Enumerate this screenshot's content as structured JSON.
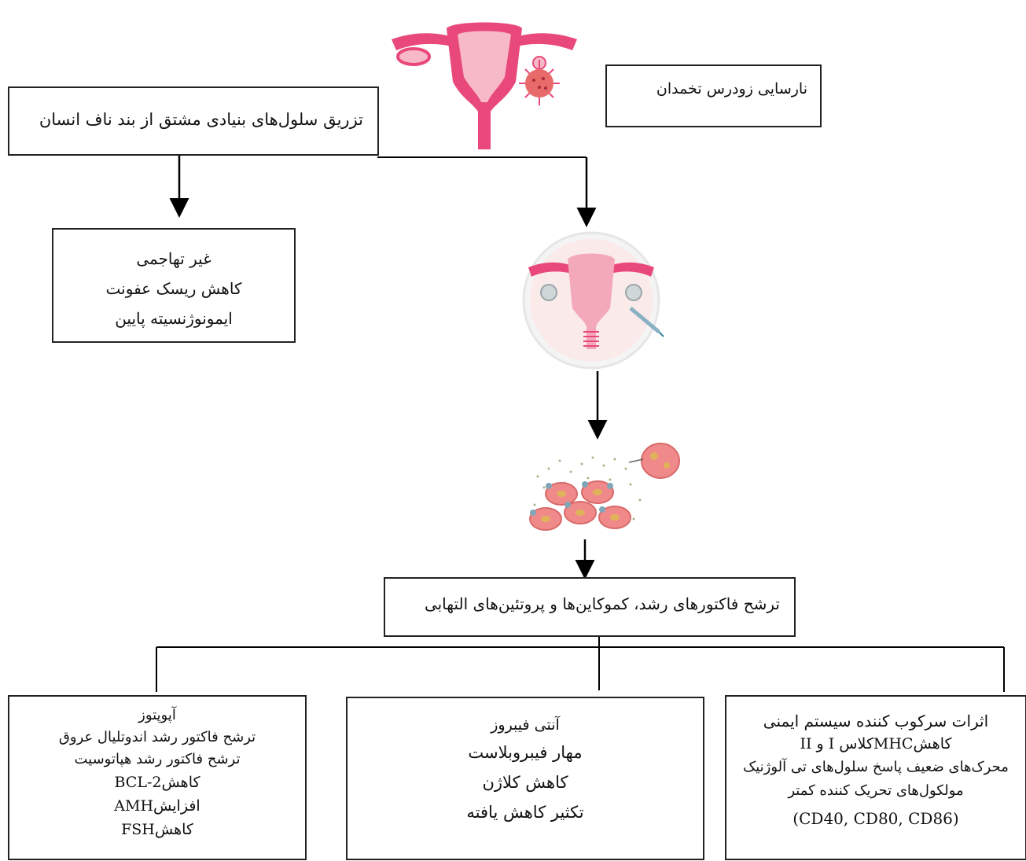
{
  "boxes": {
    "condition": {
      "text": "نارسایی زودرس تخمدان"
    },
    "injection": {
      "text": "تزریق سلول‌های بنیادی مشتق از بند ناف انسان"
    },
    "benefits": {
      "lines": [
        "غیر تهاجمی",
        "کاهش ریسک عفونت",
        "ایمونوژنسیته پایین"
      ]
    },
    "secretion": {
      "text": "ترشح فاکتورهای رشد، کموکاین‌ها و پروتئین‌های التهابی"
    },
    "immuno": {
      "title": "اثرات سرکوب کننده سیستم ایمنی",
      "line1": "کاهشMHCکلاس I و II",
      "line2": "محرک‌های ضعیف پاسخ سلول‌های تی آلوژنیک",
      "line3": "مولکول‌های تحریک کننده کمتر",
      "line4": "(CD40, CD80, CD86)"
    },
    "antifibrosis": {
      "lines": [
        "آنتی فیبروز",
        "مهار فیبروبلاست",
        "کاهش کلاژن",
        "تکثیر کاهش یافته"
      ]
    },
    "apoptosis": {
      "lines": [
        "آپوپتوز",
        "ترشح فاکتور رشد اندوتلیال عروق",
        "ترشح فاکتور رشد هپاتوسیت",
        "کاهشBCL-2",
        "افزایشAMH",
        "کاهشFSH"
      ]
    }
  },
  "colors": {
    "uterus": "#e8497a",
    "uterus_light": "#f7b8c8",
    "cell": "#f08a8a",
    "cell_nucleus": "#e0b25a"
  }
}
